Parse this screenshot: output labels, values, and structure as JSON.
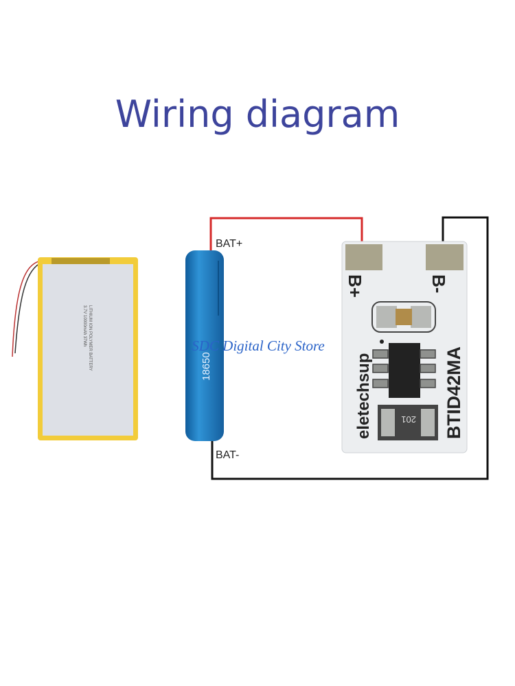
{
  "title": "Wiring diagram",
  "labels": {
    "bat_plus": "BAT+",
    "bat_minus": "BAT-"
  },
  "cell": {
    "model": "18650",
    "color": "#1e7cc2"
  },
  "board": {
    "pad_plus": "B+",
    "pad_minus": "B-",
    "brand": "eletechsup",
    "model": "BTID42MA",
    "resistor_code": "201"
  },
  "wires": {
    "positive_color": "#d62a2a",
    "negative_color": "#111111"
  },
  "watermark": "SDC Digital City Store"
}
